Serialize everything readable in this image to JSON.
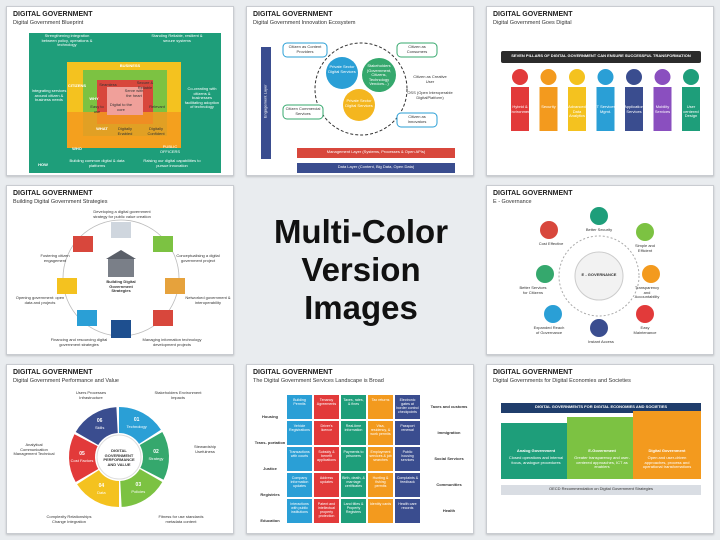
{
  "center": {
    "line1": "Multi-Color",
    "line2": "Version Images"
  },
  "slides": [
    {
      "title": "DIGITAL GOVERNMENT",
      "subtitle": "Digital Government Blueprint",
      "labels": [
        "Strengthening integration between policy, operations & technology",
        "Standing Reliable, resilient & secure systems",
        "Integrating services around citizen & business needs",
        "Co-creating with citizens & businesses facilitating adoption of technology",
        "Building common digital & data platforms",
        "Raising our digital capabilities to pursue innovation",
        "CITIZENS",
        "BUSINESS",
        "WHY",
        "WHAT",
        "WHO",
        "HOW",
        "PUBLIC OFFICERS",
        "Seamless",
        "Secure & Reliable",
        "Easy to use",
        "Relevant",
        "Digitally Enabled",
        "Digitally Confident",
        "Serve with the heart",
        "Digital to the core"
      ]
    },
    {
      "title": "DIGITAL GOVERNMENT",
      "subtitle": "Digital Government Innovation Ecosystem",
      "labels": [
        "Citizen as Content Providers",
        "Citizen as Consumers",
        "Citizen as Creative User",
        "Citizen Commercial Services",
        "Citizen as Innovators",
        "Private Sector Digital Services",
        "Stakeholders (Government, Citizens, Technology Vendors...)",
        "Private Sector Digital Services",
        "Management Layer (Systems, Processes & Open APIs)",
        "Data Layer (Content, Big Data, Open Data)",
        "Engagement Layer",
        "OSS (Open Interoperable DigitalPlatform)"
      ]
    },
    {
      "title": "DIGITAL GOVERNMENT",
      "subtitle": "Digital Government Goes Digital",
      "banner": "SEVEN PILLARS OF DIGITAL GOVERNMENT CAN ENSURE SUCCESSFUL TRANSFORMATION",
      "pillars": [
        "Hybrid & Environment",
        "Security",
        "Advanced Data Analytics",
        "IT Services Mgmt.",
        "Application Services",
        "Mobility Services",
        "User centered Design"
      ]
    },
    {
      "title": "DIGITAL GOVERNMENT",
      "subtitle": "Building Digital Government Strategies",
      "center_label": "Building Digital Government Strategies",
      "labels": [
        "Developing a digital government strategy for public value creation",
        "Fostering citizen engagement",
        "Conceptualising a digital government project",
        "Opening government: open data and projects",
        "Networked government & interoperability",
        "Financing and resourcing digital government strategies",
        "Managing information technology development projects"
      ]
    },
    {
      "title": "DIGITAL GOVERNMENT",
      "subtitle": "E - Governance",
      "center_label": "E - GOVERNANCE",
      "labels": [
        "Cost Effective",
        "Better Security",
        "Simple and Efficient",
        "Better Services for Citizens",
        "Transparency and Accountability",
        "Expanded Reach of Governance",
        "Instant Access",
        "Easy Maintenance"
      ]
    },
    {
      "title": "DIGITAL GOVERNMENT",
      "subtitle": "Digital Government Performance and Value",
      "center_label": "DIGITAL GOVERNMENT PERFORMANCE AND VALUE",
      "segments": [
        {
          "num": "01",
          "label": "Technology"
        },
        {
          "num": "02",
          "label": "Strategy"
        },
        {
          "num": "03",
          "label": "Policies"
        },
        {
          "num": "04",
          "label": "Data"
        },
        {
          "num": "05",
          "label": "Cost Factors"
        },
        {
          "num": "06",
          "label": "Skills"
        }
      ],
      "labels": [
        "Users Processes Infrastructure",
        "Stakeholders Environment Impacts",
        "Stewardship Usefulness",
        "Fitness for use standards metadata content",
        "Complexity Relationships Change Integration",
        "Analytical Communication Management Technical"
      ]
    },
    {
      "title": "DIGITAL GOVERNMENT",
      "subtitle": "The Digital Government Services Landscape is Broad",
      "rows": [
        "Housing",
        "Trans- portation",
        "Justice",
        "Registries",
        "Education"
      ],
      "right": [
        "Taxes and customs",
        "Immigration",
        "Social Services",
        "Communities",
        "Health"
      ],
      "cells": [
        "Building Permits",
        "Tenancy Agreements",
        "Taxes, rates, & fines",
        "Tax returns",
        "Electronic gates at border control checkpoints",
        "Vehicle Registrations",
        "Driver's licence",
        "Real-time information",
        "Visa, residency, & work permits",
        "Passport renewal",
        "Transactions with courts",
        "Subsidy & benefit applications",
        "Payments to prisoners",
        "Employment services & job searches",
        "Public housing services",
        "Company information updates",
        "Address updates",
        "Birth, death, & marriage certificates",
        "Hunting & fishing permits",
        "Complaints & feedback",
        "Interactions with public institutions",
        "Patent and intellectual property protection",
        "Land titles & Property Registers",
        "Identity cards",
        "Health care records"
      ]
    },
    {
      "title": "DIGITAL GOVERNMENT",
      "subtitle": "Digital Governments for Digital Economies and Societies",
      "banner": "DIGITAL GOVERNMENTS FOR DIGITAL ECONOMIES AND SOCIETIES",
      "columns": [
        {
          "head": "Analog Government",
          "body": "Closed operations and internal focus, analogue procedures"
        },
        {
          "head": "E-Government",
          "body": "Greater transparency and user-centered approaches, ICT as enablers"
        },
        {
          "head": "Digital Government",
          "body": "Open and user-driven approaches, process and operational transformations"
        }
      ],
      "footer": "OECD Recommendation on Digital Government Strategies"
    }
  ]
}
